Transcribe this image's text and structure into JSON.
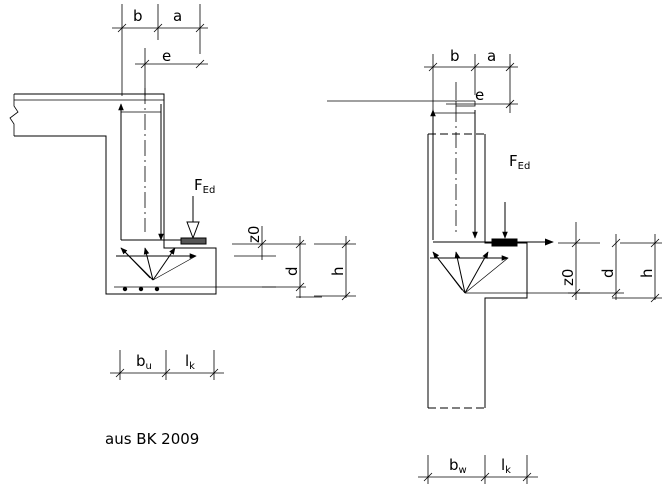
{
  "left": {
    "dim_b": "b",
    "dim_a": "a",
    "dim_e": "e",
    "force": {
      "main": "F",
      "sub": "Ed"
    },
    "dim_z0": "z0",
    "dim_d": "d",
    "dim_h": "h",
    "dim_bu": {
      "main": "b",
      "sub": "u"
    },
    "dim_lk": {
      "main": "l",
      "sub": "k"
    }
  },
  "right": {
    "dim_b": "b",
    "dim_a": "a",
    "dim_e": "e",
    "force": {
      "main": "F",
      "sub": "Ed"
    },
    "dim_z0": "z0",
    "dim_d": "d",
    "dim_h": "h",
    "dim_bw": {
      "main": "b",
      "sub": "w"
    },
    "dim_lk": {
      "main": "l",
      "sub": "k"
    }
  },
  "caption": "aus BK 2009",
  "colors": {
    "line": "#000000",
    "plate": "#555555",
    "background": "#ffffff"
  }
}
